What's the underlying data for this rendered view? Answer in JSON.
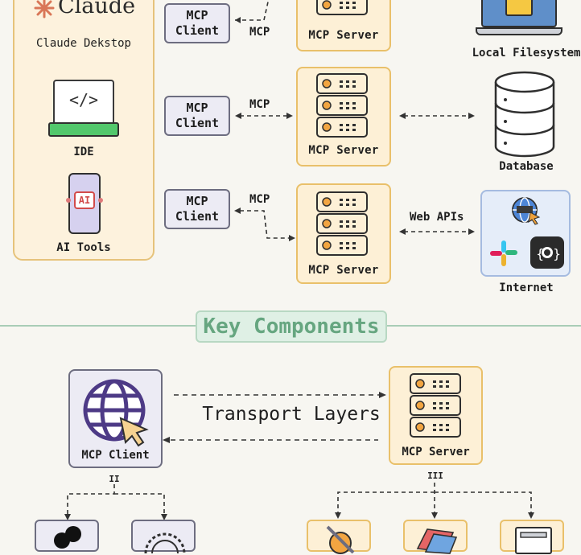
{
  "hosts": {
    "claude_logo": "Claude",
    "claude_desktop": "Claude Dekstop",
    "ide_label": "IDE",
    "ai_tools_label": "AI Tools",
    "ai_badge": "AI",
    "code_glyph": "</>"
  },
  "rows": [
    {
      "client_line1": "MCP",
      "client_line2": "Client",
      "protocol": "MCP",
      "server": "MCP Server",
      "resource": "Local Filesystem"
    },
    {
      "client_line1": "MCP",
      "client_line2": "Client",
      "protocol": "MCP",
      "server": "MCP Server",
      "resource": "Database"
    },
    {
      "client_line1": "MCP",
      "client_line2": "Client",
      "protocol": "MCP",
      "server": "MCP Server",
      "resource": "Internet",
      "link_label": "Web APIs"
    }
  ],
  "key_components": {
    "title": "Key Components",
    "client": "MCP Client",
    "server": "MCP Server",
    "transport": "Transport Layers",
    "client_split_glyph": "II",
    "server_split_glyph": "III"
  },
  "colors": {
    "host_bg": "#fdf2dd",
    "client_bg": "#ecebf4",
    "server_bg": "#fdf0d6",
    "server_border": "#e9c06a",
    "accent_green": "#66a680",
    "ide_green": "#52c86c",
    "globe_purple": "#4d3a86"
  }
}
